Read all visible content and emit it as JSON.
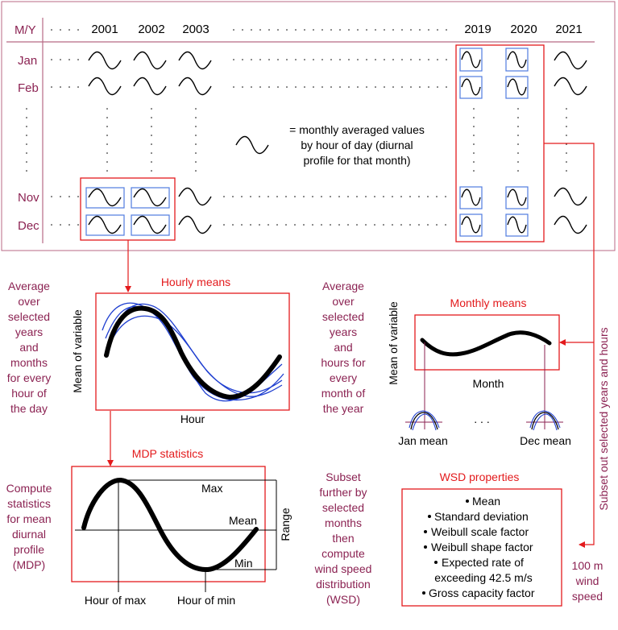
{
  "grid": {
    "corner_label": "M/Y",
    "years": [
      "2001",
      "2002",
      "2003",
      "2019",
      "2020",
      "2021"
    ],
    "months": [
      "Jan",
      "Feb",
      "Nov",
      "Dec"
    ],
    "legend_text": [
      "= monthly averaged values",
      "by hour of day (diurnal",
      "profile for that month)"
    ]
  },
  "left_notes": {
    "hourly": [
      "Average",
      "over",
      "selected",
      "years",
      "and",
      "months",
      "for every",
      "hour of",
      "the day"
    ],
    "mdp": [
      "Compute",
      "statistics",
      "for mean",
      "diurnal",
      "profile",
      "(MDP)"
    ]
  },
  "middle_notes": {
    "monthly": [
      "Average",
      "over",
      "selected",
      "years",
      "and",
      "hours for",
      "every",
      "month of",
      "the year"
    ],
    "wsd": [
      "Subset",
      "further by",
      "selected",
      "months",
      "then",
      "compute",
      "wind speed",
      "distribution",
      "(WSD)"
    ]
  },
  "hourly_means": {
    "title": "Hourly means",
    "ylabel": "Mean of variable",
    "xlabel": "Hour"
  },
  "mdp": {
    "title": "MDP statistics",
    "max_label": "Max",
    "mean_label": "Mean",
    "min_label": "Min",
    "range_label": "Range",
    "hour_max_label": "Hour of max",
    "hour_min_label": "Hour of min"
  },
  "monthly_means": {
    "title": "Monthly means",
    "ylabel": "Mean of variable",
    "xlabel": "Month",
    "jan_label": "Jan mean",
    "dec_label": "Dec mean",
    "ellipsis": ". . ."
  },
  "wsd": {
    "title": "WSD properties",
    "items": [
      "Mean",
      "Standard deviation",
      "Weibull scale factor",
      "Weibull shape factor",
      "Expected rate of",
      "Gross capacity factor"
    ],
    "item_continuation": "exceeding 42.5 m/s",
    "wind_label": [
      "100 m",
      "wind",
      "speed"
    ]
  },
  "side_label": "Subset out selected years and hours",
  "colors": {
    "accent_red": "#e31a1c",
    "text_magenta": "#8b2252",
    "grid_border": "#b86a85",
    "cell_blue": "#4f7be0",
    "curve_blue": "#1f3fd0",
    "curve_black": "#000000"
  }
}
